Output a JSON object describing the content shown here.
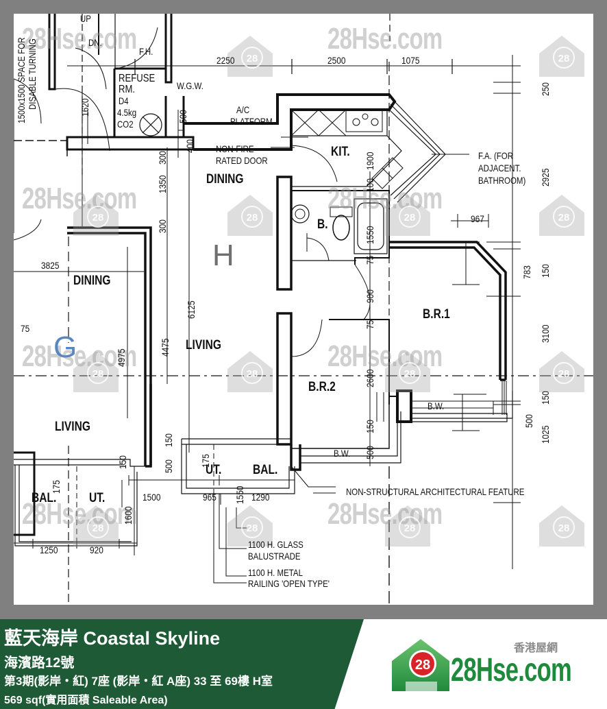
{
  "listing": {
    "title": "藍天海岸 Coastal Skyline",
    "address": "海濱路12號",
    "unit_detail": "第3期(影岸・紅) 7座 (影岸・紅 A座) 33 至 69樓 H室",
    "area": "569 sqf(實用面積 Saleable Area)"
  },
  "brand": {
    "name": "28Hse.com",
    "subtitle": "香港屋網",
    "badge": "28",
    "watermark": "28Hse.com",
    "colors": {
      "banner": "#1e5a36",
      "logo_green": "#1f8a3c",
      "badge_red": "#d9232a",
      "frame": "#808080"
    }
  },
  "plan": {
    "unit_labels": {
      "h": "H",
      "g": "G"
    },
    "rooms": {
      "refuse": "REFUSE",
      "refuse2": "RM.",
      "d4": "D4",
      "co2a": "4.5kg",
      "co2b": "CO2",
      "wgw": "W.G.W.",
      "ac1": "A/C",
      "ac2": "PLATFORM",
      "kit": "KIT.",
      "dining_h": "DINING",
      "dining_g": "DINING",
      "bath": "B.",
      "living_h": "LIVING",
      "living_g": "LIVING",
      "br1": "B.R.1",
      "br2": "B.R.2",
      "bw1": "B.W.",
      "bw2": "B.W.",
      "ut_h": "UT.",
      "bal_h": "BAL.",
      "ut_g": "UT.",
      "bal_g": "BAL.",
      "up": "UP",
      "dn": "DN.",
      "fh": "F.H."
    },
    "notes": {
      "nfd1": "NON-FIRE",
      "nfd2": "RATED DOOR",
      "fa1": "F.A. (FOR",
      "fa2": "ADJACENT.",
      "fa3": "BATHROOM)",
      "disable1": "1500x1500 SPACE FOR",
      "disable2": "DISABLE TURNING",
      "nsaf": "NON-STRUCTURAL ARCHITECTURAL FEATURE",
      "glass1": "1100 H. GLASS",
      "glass2": "BALUSTRADE",
      "rail1": "1100 H. METAL",
      "rail2": "RAILING 'OPEN TYPE'"
    },
    "dimensions": {
      "top": [
        "2250",
        "2500",
        "1075"
      ],
      "right": [
        "250",
        "2925",
        "150",
        "3100",
        "150",
        "500",
        "1025",
        "783"
      ],
      "h967": "967",
      "d1900": "1900",
      "d100": "100",
      "d1550": "1550",
      "d75a": "75",
      "d900": "900",
      "d75b": "75",
      "d2600": "2600",
      "d150a": "150",
      "d500a": "500",
      "d500b": "500",
      "d400": "400",
      "d300a": "300",
      "d1350": "1350",
      "d300b": "300",
      "d6125": "6125",
      "d4475": "4475",
      "d4975": "4975",
      "d3825": "3825",
      "d75c": "75",
      "d1620": "1620",
      "d150b": "150",
      "d500c": "500",
      "d150c": "150",
      "d175a": "175",
      "d175b": "175",
      "d1500": "1500",
      "d965": "965",
      "d1550b": "1550",
      "d1290": "1290",
      "d1600": "1600",
      "d1250": "1250",
      "d920": "920"
    }
  }
}
